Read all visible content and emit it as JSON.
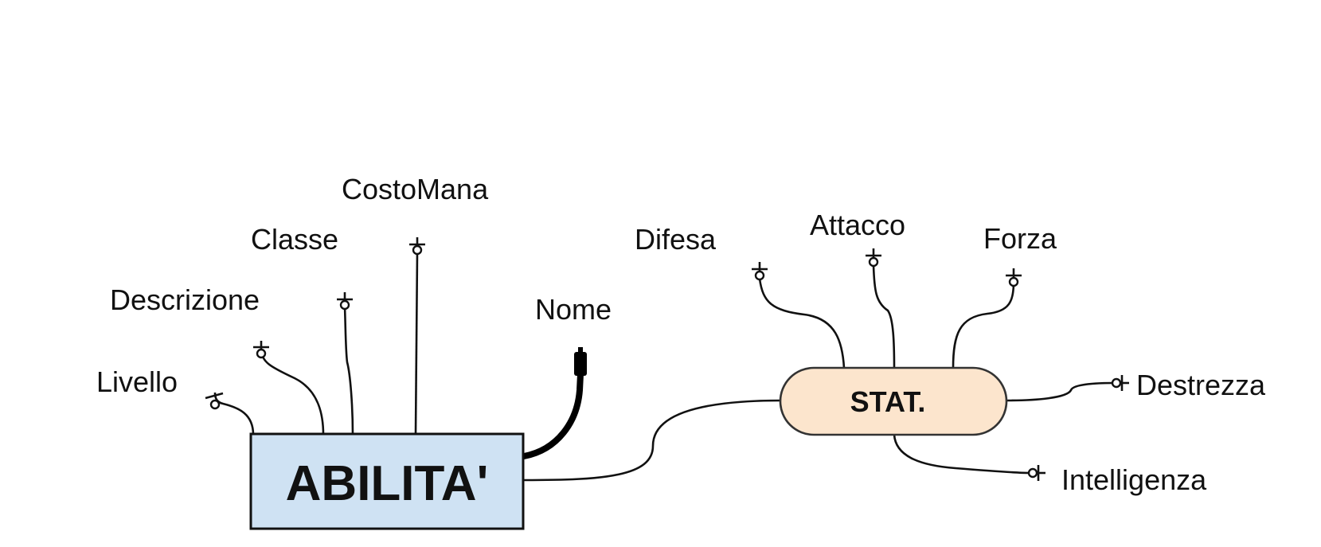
{
  "entity": {
    "label": "ABILITA'",
    "fill": "#cfe2f3"
  },
  "relationship": {
    "label": "STAT.",
    "fill": "#fce5cd"
  },
  "attributes": {
    "livello": "Livello",
    "descrizione": "Descrizione",
    "classe": "Classe",
    "costo_mana": "CostoMana",
    "nome": "Nome",
    "difesa": "Difesa",
    "attacco": "Attacco",
    "forza": "Forza",
    "destrezza": "Destrezza",
    "intelligenza": "Intelligenza"
  }
}
